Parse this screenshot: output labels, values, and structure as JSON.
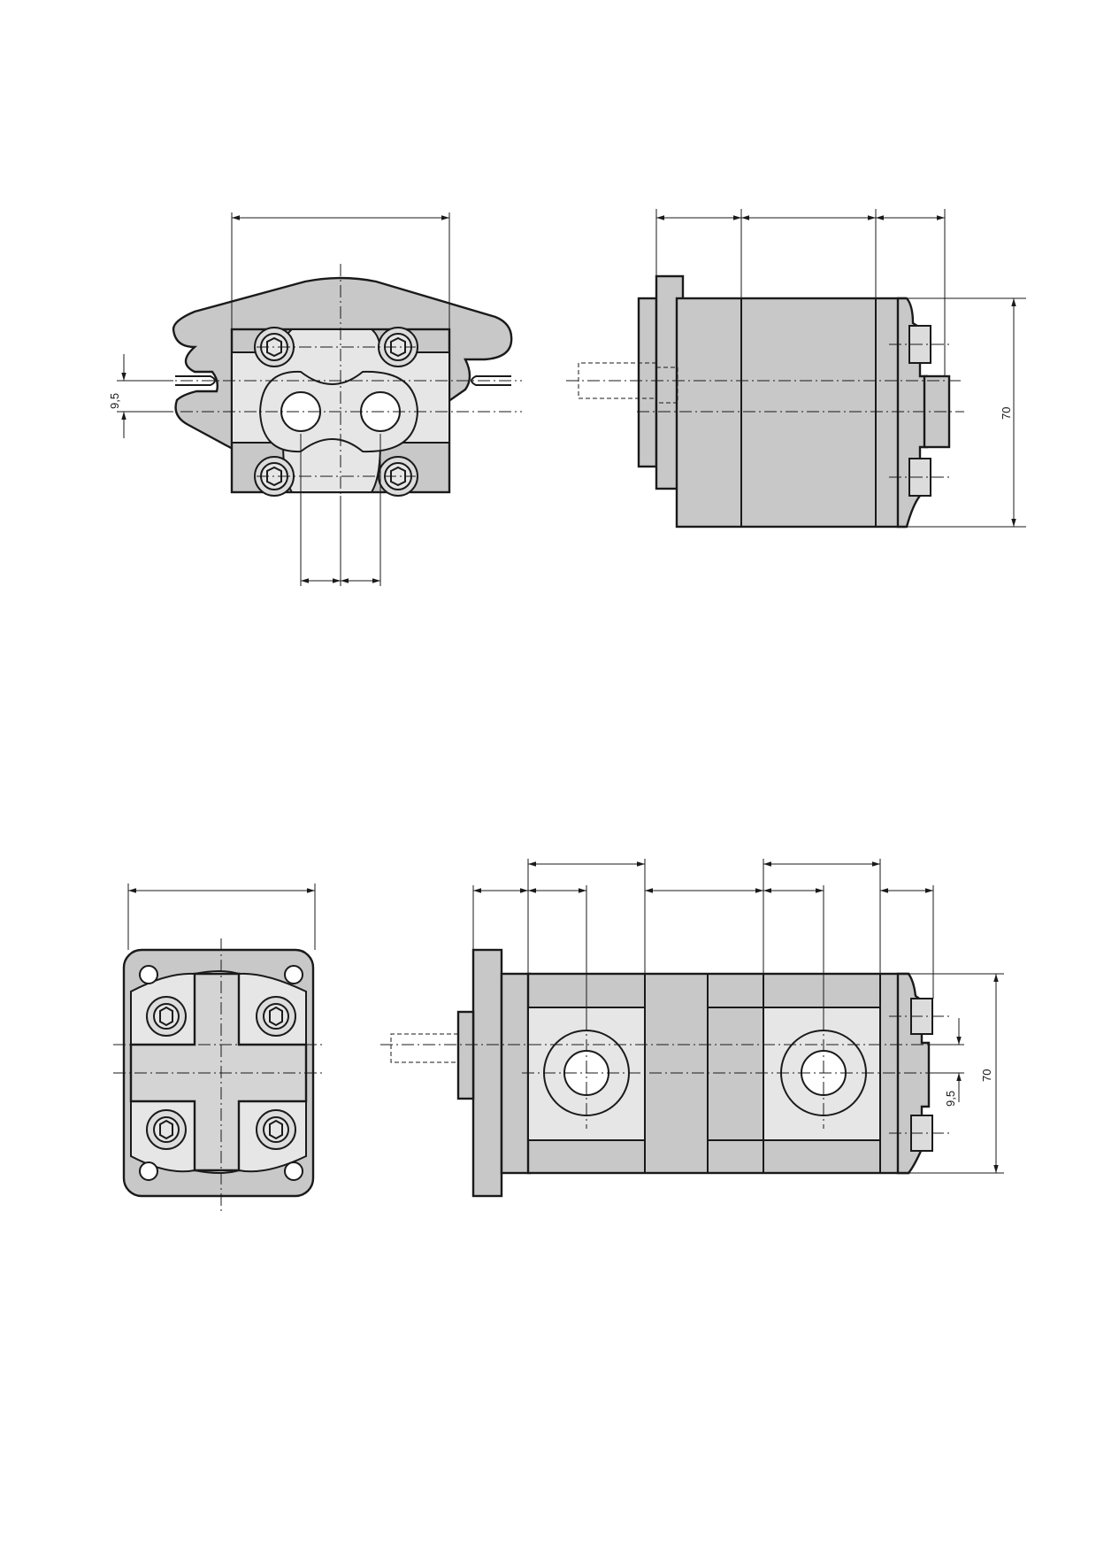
{
  "drawing": {
    "dimension_labels": {
      "top_front_offset": "9,5",
      "top_side_height": "70",
      "bottom_side_height": "70",
      "bottom_side_offset": "9,5"
    }
  }
}
